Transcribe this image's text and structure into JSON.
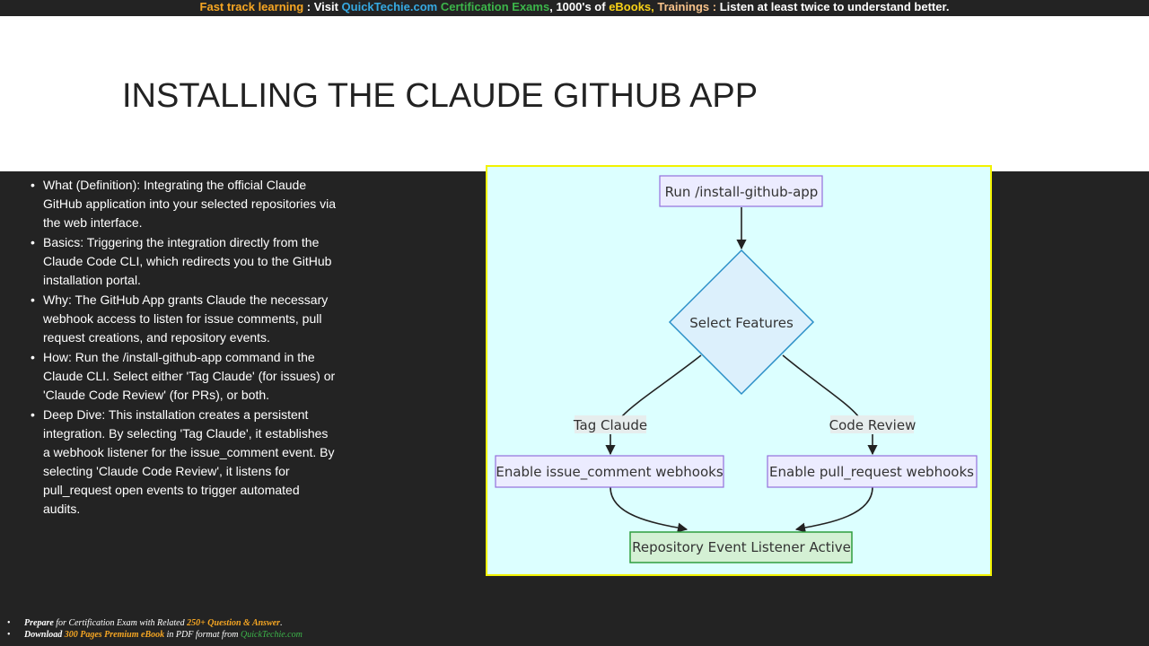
{
  "banner": {
    "fast_track": "Fast track learning",
    "visit": " : Visit ",
    "site": "QuickTechie.com",
    "cert": "  Certification Exams",
    "sep1": ", 1000's of ",
    "ebooks": "eBooks,",
    "trainings": " Trainings :",
    "listen": " Listen at least twice to understand better."
  },
  "page_title": "INSTALLING THE CLAUDE GITHUB APP",
  "bullets": [
    "What (Definition): Integrating the official Claude GitHub application into your selected repositories via the web interface.",
    "Basics: Triggering the integration directly from the Claude Code CLI, which redirects you to the GitHub installation portal.",
    "Why: The GitHub App grants Claude the necessary webhook access to listen for issue comments, pull request creations, and repository events.",
    "How: Run the /install-github-app command in the Claude CLI. Select either 'Tag Claude' (for issues) or 'Claude Code Review' (for PRs), or both.",
    "Deep Dive: This installation creates a persistent integration. By selecting 'Tag Claude', it establishes a webhook listener for the issue_comment event. By selecting 'Claude Code Review', it listens for pull_request open events to trigger automated audits."
  ],
  "diagram": {
    "start": "Run /install-github-app",
    "decision": "Select Features",
    "edge_left": "Tag Claude",
    "edge_right": "Code Review",
    "left_node": "Enable issue_comment webhooks",
    "right_node": "Enable pull_request webhooks",
    "end": "Repository Event Listener Active",
    "colors": {
      "background": "#dcffff",
      "frame": "#f2f200",
      "process_fill": "#ececff",
      "process_stroke": "#9370db",
      "decision_fill": "#dcf0fc",
      "decision_stroke": "#2a8fc7",
      "end_fill": "#d4f0d4",
      "end_stroke": "#2e9e3e"
    }
  },
  "footer": {
    "line1_bold": "Prepare",
    "line1_a": " for Certification Exam with  Related ",
    "line1_gold": "250+ Question & Answer",
    "line1_end": ".",
    "line2_bold": "Download",
    "line2_gold": " 300 Pages Premium eBook",
    "line2_a": " in PDF format from ",
    "line2_green": "QuickTechie.com"
  }
}
